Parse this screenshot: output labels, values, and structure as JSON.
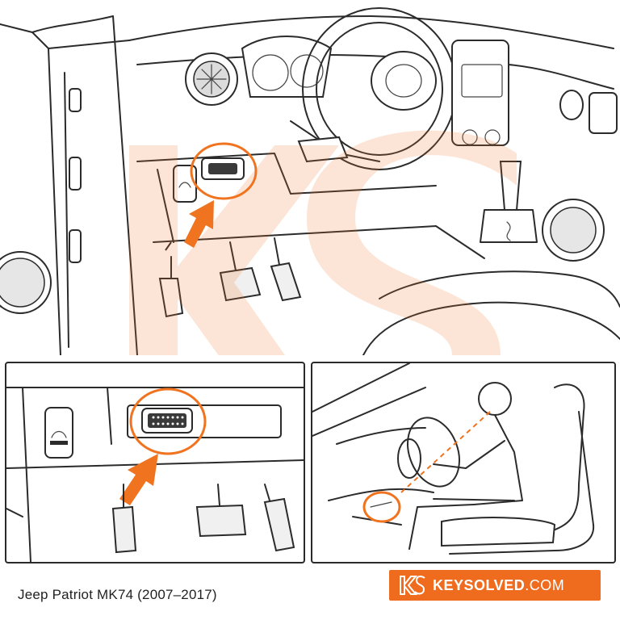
{
  "caption": "Jeep Patriot MK74 (2007–2017)",
  "brand": {
    "name": "KEYSOLVED",
    "tld": ".COM",
    "logo_text": "KS"
  },
  "colors": {
    "accent": "#f07320",
    "brand_bg": "#ef6c1f",
    "line": "#2b2b2b"
  },
  "icons": {
    "pointer": "arrow-icon",
    "port": "obd-port-icon",
    "hood_release": "car-hood-icon"
  }
}
